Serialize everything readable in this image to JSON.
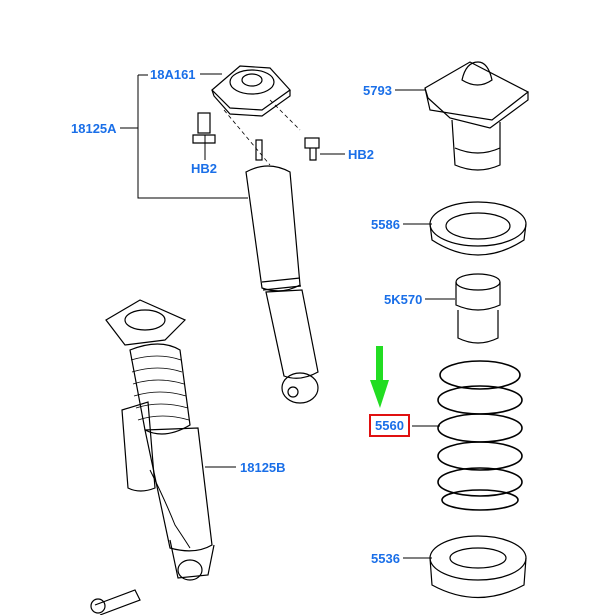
{
  "labels": {
    "p18A161": "18A161",
    "p18125A": "18125A",
    "hb2_left": "HB2",
    "hb2_right": "HB2",
    "p5793": "5793",
    "p5586": "5586",
    "p5K570": "5K570",
    "p5560": "5560",
    "p18125B": "18125B",
    "p5536": "5536"
  },
  "colors": {
    "label": "#1a6fe8",
    "highlight": "#e01010",
    "arrow": "#22dd22"
  },
  "highlighted_part": "5560"
}
